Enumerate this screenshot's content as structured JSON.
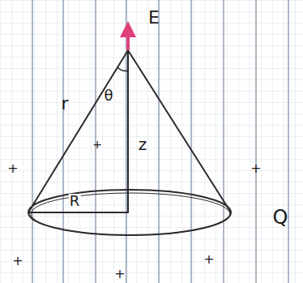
{
  "diagram": {
    "labels": [
      "E",
      "r",
      "θ",
      "z",
      "R",
      "Q",
      "+",
      "+",
      "+",
      "+",
      "+",
      "+"
    ]
  }
}
